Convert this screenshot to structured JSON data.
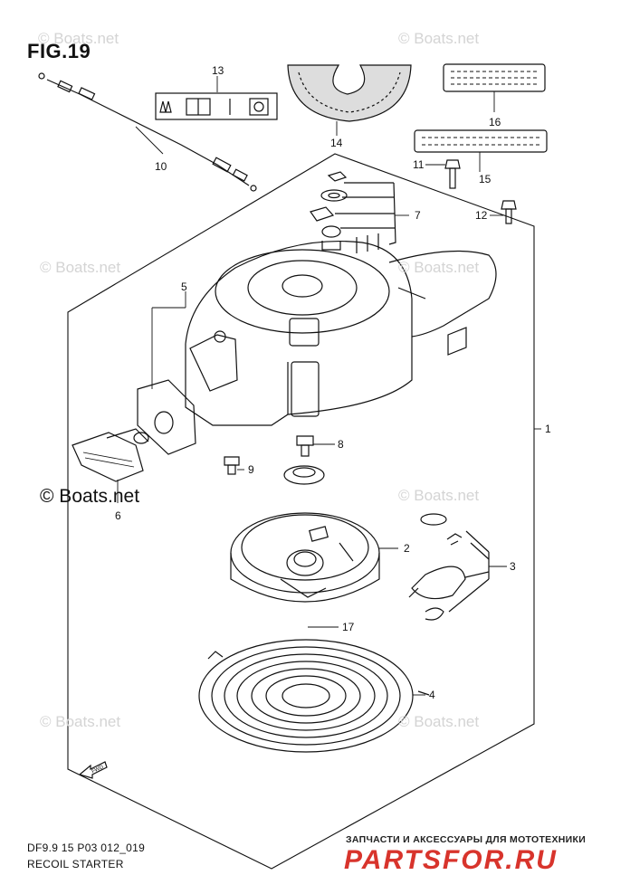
{
  "figure": {
    "title": "FIG.19",
    "code": "DF9.9 15 P03 012_019",
    "name": "RECOIL STARTER"
  },
  "watermarks": {
    "light": "© Boats.net",
    "strong": "© Boats.net"
  },
  "callouts": [
    "1",
    "2",
    "3",
    "4",
    "5",
    "6",
    "7",
    "8",
    "9",
    "10",
    "11",
    "12",
    "13",
    "14",
    "15",
    "16",
    "17"
  ],
  "fwd_label": "FWD",
  "brand": {
    "caption": "ЗАПЧАСТИ И АКСЕССУАРЫ ДЛЯ МОТОТЕХНИКИ",
    "name": "PARTSFOR.RU",
    "color": "#d8342c"
  }
}
